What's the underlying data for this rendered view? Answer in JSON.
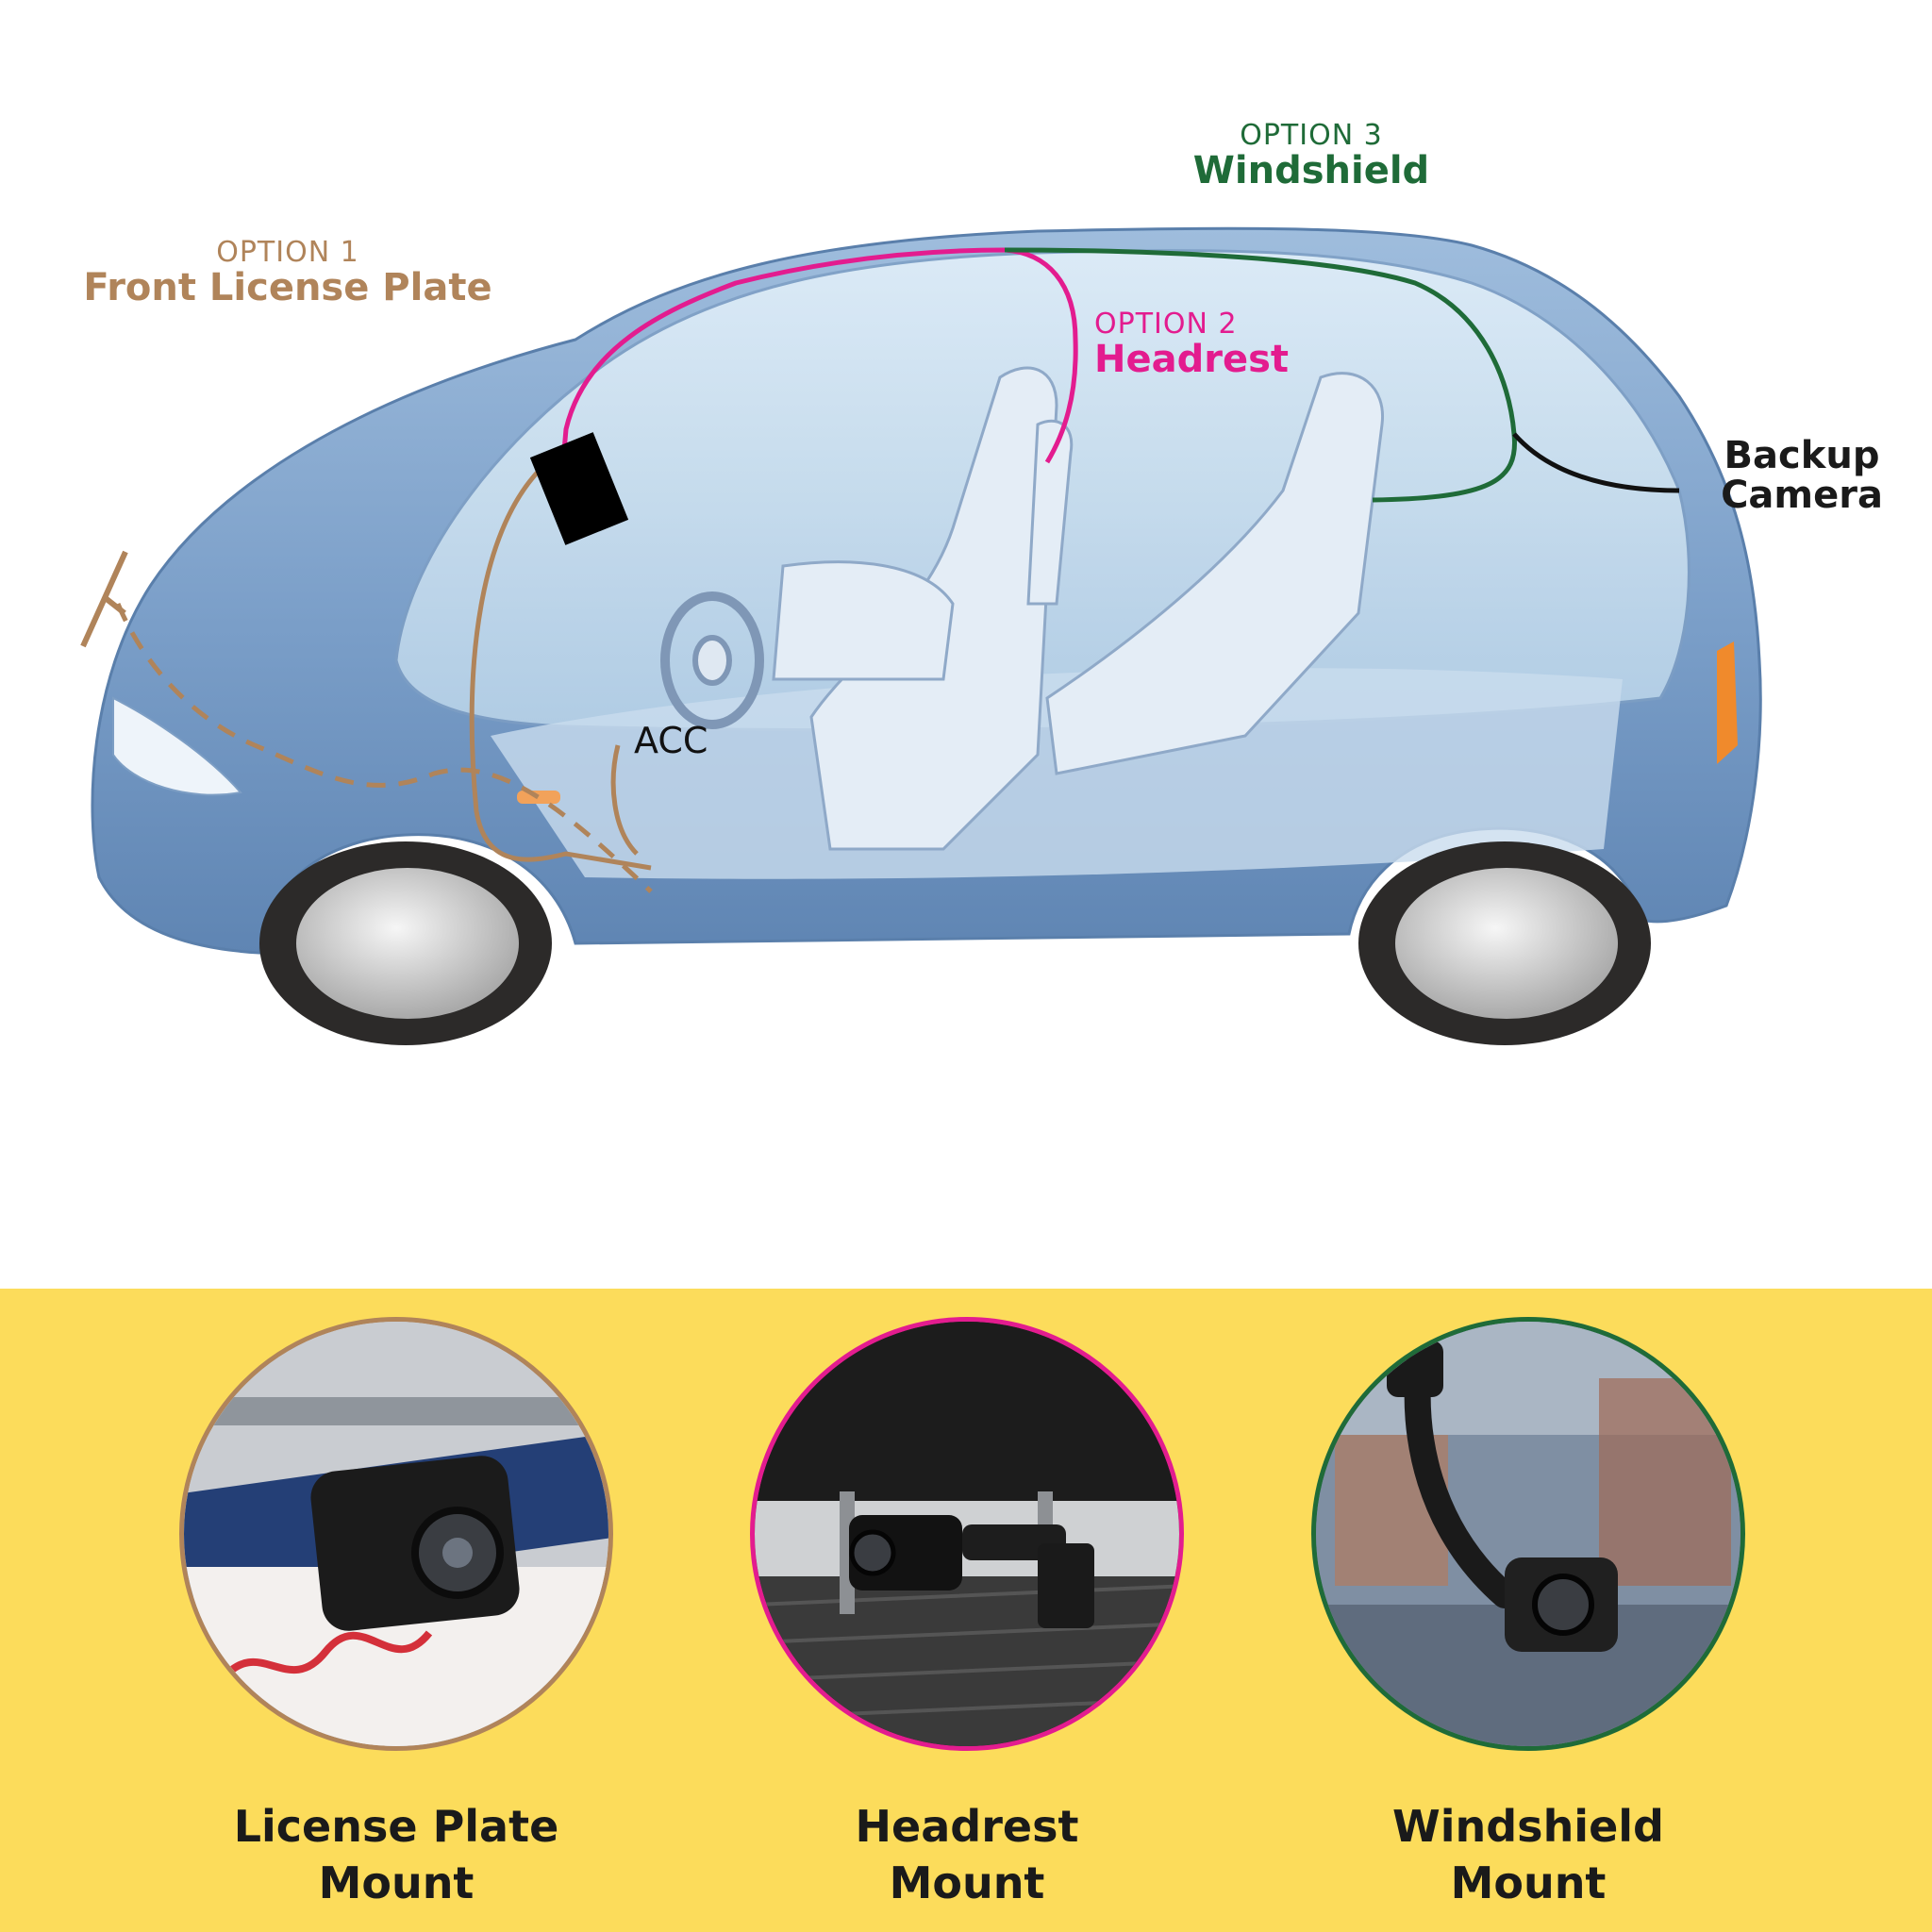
{
  "options": {
    "option1": {
      "kicker": "OPTION 1",
      "title": "Front License Plate",
      "color": "#b0845a"
    },
    "option2": {
      "kicker": "OPTION 2",
      "title": "Headrest",
      "color": "#e31c8f"
    },
    "option3": {
      "kicker": "OPTION 3",
      "title": "Windshield",
      "color": "#1f6b38"
    }
  },
  "labels": {
    "backup_line1": "Backup",
    "backup_line2": "Camera",
    "acc": "ACC"
  },
  "mounts": [
    {
      "line1": "License Plate",
      "line2": "Mount",
      "border": "#b0845a"
    },
    {
      "line1": "Headrest",
      "line2": "Mount",
      "border": "#e31c8f"
    },
    {
      "line1": "Windshield",
      "line2": "Mount",
      "border": "#1f6b38"
    }
  ],
  "colors": {
    "panel": "#fcdc5b",
    "body": "#7fa3cc",
    "backup_wire": "#111111"
  }
}
